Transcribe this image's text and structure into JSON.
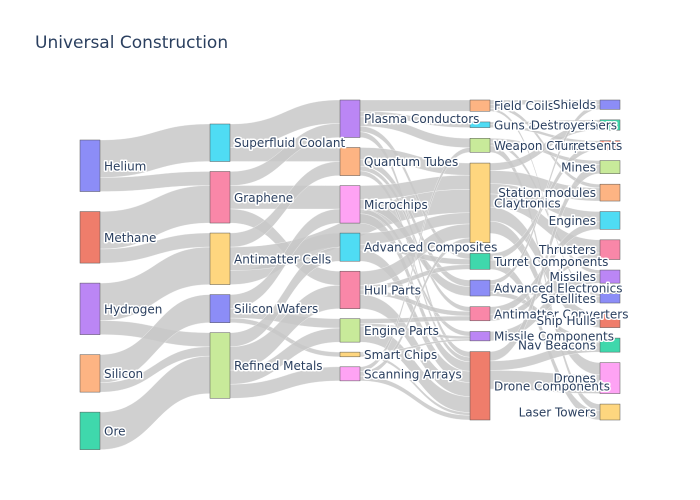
{
  "chart_data": {
    "type": "sankey",
    "title": "Universal Construction",
    "link_color": "#c8c8c8",
    "nodes": [
      {
        "id": "helium",
        "label": "Helium",
        "color": "#8c8df7"
      },
      {
        "id": "methane",
        "label": "Methane",
        "color": "#ef7d6b"
      },
      {
        "id": "hydrogen",
        "label": "Hydrogen",
        "color": "#bb86f5"
      },
      {
        "id": "silicon",
        "label": "Silicon",
        "color": "#fdb483"
      },
      {
        "id": "ore",
        "label": "Ore",
        "color": "#3fd8ac"
      },
      {
        "id": "superfluid_coolant",
        "label": "Superfluid Coolant",
        "color": "#4fdcf4"
      },
      {
        "id": "graphene",
        "label": "Graphene",
        "color": "#f987a8"
      },
      {
        "id": "antimatter_cells",
        "label": "Antimatter Cells",
        "color": "#fed67f"
      },
      {
        "id": "silicon_wafers",
        "label": "Silicon Wafers",
        "color": "#8c8df7"
      },
      {
        "id": "refined_metals",
        "label": "Refined Metals",
        "color": "#c8ea9a"
      },
      {
        "id": "plasma_conductors",
        "label": "Plasma Conductors",
        "color": "#bb86f5"
      },
      {
        "id": "quantum_tubes",
        "label": "Quantum Tubes",
        "color": "#fdb483"
      },
      {
        "id": "microchips",
        "label": "Microchips",
        "color": "#fea3f4"
      },
      {
        "id": "advanced_composites",
        "label": "Advanced Composites",
        "color": "#4fdcf4"
      },
      {
        "id": "hull_parts",
        "label": "Hull Parts",
        "color": "#f987a8"
      },
      {
        "id": "engine_parts",
        "label": "Engine Parts",
        "color": "#c8ea9a"
      },
      {
        "id": "smart_chips",
        "label": "Smart Chips",
        "color": "#fed67f"
      },
      {
        "id": "scanning_arrays",
        "label": "Scanning Arrays",
        "color": "#fea3f4"
      },
      {
        "id": "field_coils",
        "label": "Field Coils",
        "color": "#fdb483"
      },
      {
        "id": "guns_and_launchers",
        "label": "Guns and Launchers",
        "color": "#4fdcf4"
      },
      {
        "id": "weapon_components",
        "label": "Weapon Components",
        "color": "#c8ea9a"
      },
      {
        "id": "claytronics",
        "label": "Claytronics",
        "color": "#fed67f"
      },
      {
        "id": "turret_components",
        "label": "Turret Components",
        "color": "#3fd8ac"
      },
      {
        "id": "advanced_electronics",
        "label": "Advanced Electronics",
        "color": "#8c8df7"
      },
      {
        "id": "antimatter_converters",
        "label": "Antimatter Converters",
        "color": "#f987a8"
      },
      {
        "id": "missile_components",
        "label": "Missile Components",
        "color": "#bb86f5"
      },
      {
        "id": "drone_components",
        "label": "Drone Components",
        "color": "#ef7d6b"
      },
      {
        "id": "shields",
        "label": "Shields",
        "color": "#8c8df7"
      },
      {
        "id": "destroyers",
        "label": "Destroyers",
        "color": "#3fd8ac"
      },
      {
        "id": "turrets",
        "label": "Turrets",
        "color": "#ef7d6b"
      },
      {
        "id": "mines",
        "label": "Mines",
        "color": "#c8ea9a"
      },
      {
        "id": "station_modules",
        "label": "Station modules",
        "color": "#fdb483"
      },
      {
        "id": "engines",
        "label": "Engines",
        "color": "#4fdcf4"
      },
      {
        "id": "thrusters",
        "label": "Thrusters",
        "color": "#f987a8"
      },
      {
        "id": "missiles",
        "label": "Missiles",
        "color": "#bb86f5"
      },
      {
        "id": "satellites",
        "label": "Satellites",
        "color": "#8c8df7"
      },
      {
        "id": "ship_hulls",
        "label": "Ship Hulls",
        "color": "#ef7d6b"
      },
      {
        "id": "nav_beacons",
        "label": "Nav Beacons",
        "color": "#3fd8ac"
      },
      {
        "id": "drones",
        "label": "Drones",
        "color": "#fea3f4"
      },
      {
        "id": "laser_towers",
        "label": "Laser Towers",
        "color": "#fed67f"
      }
    ],
    "links": [
      {
        "source": "helium",
        "target": "superfluid_coolant",
        "value": 4
      },
      {
        "source": "helium",
        "target": "graphene",
        "value": 1.5
      },
      {
        "source": "methane",
        "target": "graphene",
        "value": 4
      },
      {
        "source": "methane",
        "target": "antimatter_cells",
        "value": 1.5
      },
      {
        "source": "hydrogen",
        "target": "antimatter_cells",
        "value": 4
      },
      {
        "source": "hydrogen",
        "target": "refined_metals",
        "value": 1.5
      },
      {
        "source": "silicon",
        "target": "silicon_wafers",
        "value": 3
      },
      {
        "source": "silicon",
        "target": "refined_metals",
        "value": 1
      },
      {
        "source": "ore",
        "target": "refined_metals",
        "value": 4
      },
      {
        "source": "superfluid_coolant",
        "target": "plasma_conductors",
        "value": 2.5
      },
      {
        "source": "superfluid_coolant",
        "target": "quantum_tubes",
        "value": 1.5
      },
      {
        "source": "graphene",
        "target": "plasma_conductors",
        "value": 1.5
      },
      {
        "source": "graphene",
        "target": "microchips",
        "value": 2.5
      },
      {
        "source": "graphene",
        "target": "hull_parts",
        "value": 1.5
      },
      {
        "source": "antimatter_cells",
        "target": "quantum_tubes",
        "value": 1.5
      },
      {
        "source": "antimatter_cells",
        "target": "advanced_composites",
        "value": 1.5
      },
      {
        "source": "antimatter_cells",
        "target": "claytronics",
        "value": 2.5
      },
      {
        "source": "silicon_wafers",
        "target": "microchips",
        "value": 1.5
      },
      {
        "source": "silicon_wafers",
        "target": "smart_chips",
        "value": 0.5
      },
      {
        "source": "silicon_wafers",
        "target": "engine_parts",
        "value": 1
      },
      {
        "source": "refined_metals",
        "target": "hull_parts",
        "value": 2.5
      },
      {
        "source": "refined_metals",
        "target": "advanced_composites",
        "value": 1.5
      },
      {
        "source": "refined_metals",
        "target": "engine_parts",
        "value": 1.5
      },
      {
        "source": "refined_metals",
        "target": "scanning_arrays",
        "value": 1.5
      },
      {
        "source": "plasma_conductors",
        "target": "field_coils",
        "value": 1.2
      },
      {
        "source": "plasma_conductors",
        "target": "guns_and_launchers",
        "value": 0.6
      },
      {
        "source": "plasma_conductors",
        "target": "weapon_components",
        "value": 1
      },
      {
        "source": "plasma_conductors",
        "target": "turret_components",
        "value": 0.6
      },
      {
        "source": "plasma_conductors",
        "target": "drone_components",
        "value": 0.6
      },
      {
        "source": "quantum_tubes",
        "target": "claytronics",
        "value": 1.3
      },
      {
        "source": "quantum_tubes",
        "target": "advanced_electronics",
        "value": 0.7
      },
      {
        "source": "quantum_tubes",
        "target": "antimatter_converters",
        "value": 0.5
      },
      {
        "source": "quantum_tubes",
        "target": "drone_components",
        "value": 0.5
      },
      {
        "source": "microchips",
        "target": "advanced_electronics",
        "value": 1
      },
      {
        "source": "microchips",
        "target": "missile_components",
        "value": 0.5
      },
      {
        "source": "microchips",
        "target": "drone_components",
        "value": 1
      },
      {
        "source": "microchips",
        "target": "claytronics",
        "value": 1.5
      },
      {
        "source": "advanced_composites",
        "target": "claytronics",
        "value": 1.2
      },
      {
        "source": "advanced_composites",
        "target": "turret_components",
        "value": 0.6
      },
      {
        "source": "advanced_composites",
        "target": "drone_components",
        "value": 1.2
      },
      {
        "source": "hull_parts",
        "target": "claytronics",
        "value": 1.5
      },
      {
        "source": "hull_parts",
        "target": "turret_components",
        "value": 0.5
      },
      {
        "source": "hull_parts",
        "target": "antimatter_converters",
        "value": 0.5
      },
      {
        "source": "hull_parts",
        "target": "drone_components",
        "value": 1.5
      },
      {
        "source": "engine_parts",
        "target": "antimatter_converters",
        "value": 0.5
      },
      {
        "source": "engine_parts",
        "target": "missile_components",
        "value": 0.3
      },
      {
        "source": "engine_parts",
        "target": "drone_components",
        "value": 1.7
      },
      {
        "source": "smart_chips",
        "target": "missile_components",
        "value": 0.2
      },
      {
        "source": "smart_chips",
        "target": "drone_components",
        "value": 0.3
      },
      {
        "source": "scanning_arrays",
        "target": "weapon_components",
        "value": 0.5
      },
      {
        "source": "scanning_arrays",
        "target": "claytronics",
        "value": 0.5
      },
      {
        "source": "scanning_arrays",
        "target": "drone_components",
        "value": 0.5
      },
      {
        "source": "field_coils",
        "target": "shields",
        "value": 0.5
      },
      {
        "source": "field_coils",
        "target": "station_modules",
        "value": 0.4
      },
      {
        "source": "field_coils",
        "target": "satellites",
        "value": 0.3
      },
      {
        "source": "guns_and_launchers",
        "target": "destroyers",
        "value": 0.3
      },
      {
        "source": "guns_and_launchers",
        "target": "turrets",
        "value": 0.3
      },
      {
        "source": "weapon_components",
        "target": "mines",
        "value": 0.4
      },
      {
        "source": "weapon_components",
        "target": "missiles",
        "value": 0.4
      },
      {
        "source": "weapon_components",
        "target": "laser_towers",
        "value": 0.7
      },
      {
        "source": "claytronics",
        "target": "destroyers",
        "value": 0.8
      },
      {
        "source": "claytronics",
        "target": "station_modules",
        "value": 1.4
      },
      {
        "source": "claytronics",
        "target": "engines",
        "value": 1.1
      },
      {
        "source": "claytronics",
        "target": "ship_hulls",
        "value": 1.5
      },
      {
        "source": "claytronics",
        "target": "thrusters",
        "value": 1.4
      },
      {
        "source": "claytronics",
        "target": "drones",
        "value": 1.3
      },
      {
        "source": "turret_components",
        "target": "turrets",
        "value": 0.7
      },
      {
        "source": "turret_components",
        "target": "laser_towers",
        "value": 1
      },
      {
        "source": "advanced_electronics",
        "target": "shields",
        "value": 0.5
      },
      {
        "source": "advanced_electronics",
        "target": "satellites",
        "value": 0.7
      },
      {
        "source": "advanced_electronics",
        "target": "nav_beacons",
        "value": 0.5
      },
      {
        "source": "antimatter_converters",
        "target": "engines",
        "value": 0.8
      },
      {
        "source": "antimatter_converters",
        "target": "thrusters",
        "value": 0.7
      },
      {
        "source": "missile_components",
        "target": "missiles",
        "value": 1
      },
      {
        "source": "drone_components",
        "target": "drones",
        "value": 2
      },
      {
        "source": "drone_components",
        "target": "mines",
        "value": 1
      },
      {
        "source": "drone_components",
        "target": "nav_beacons",
        "value": 1
      }
    ]
  }
}
